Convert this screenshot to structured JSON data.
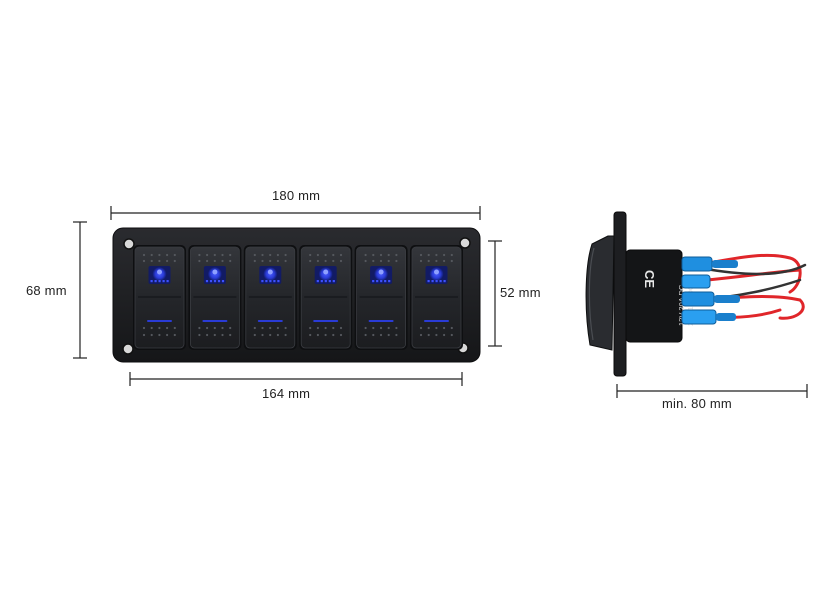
{
  "dimensions": {
    "width": "180 mm",
    "height": "68 mm",
    "inner_height": "52 mm",
    "inner_width": "164 mm",
    "depth": "min. 80 mm"
  },
  "switch_body_marking": {
    "ce": "CE",
    "line1": "12V 20A DC",
    "line2": "24V 10A DC"
  },
  "colors": {
    "background": "#ffffff",
    "panel": "#1b1c1f",
    "rocker": "#25272b",
    "led_blue": "#2a3bd6",
    "dimension_line": "#222222",
    "wire_red": "#e0262a",
    "wire_blue": "#1f8fe0"
  },
  "panel": {
    "switch_count": 6
  }
}
